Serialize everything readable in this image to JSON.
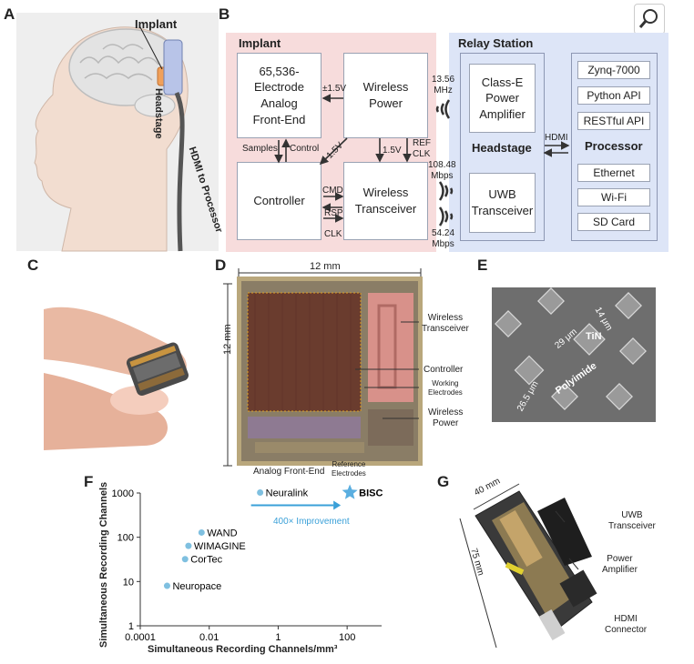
{
  "panels": {
    "a": {
      "letter": "A",
      "implant": "Implant",
      "headstage": "Headstage",
      "cable": "HDMI to Processor"
    },
    "b": {
      "letter": "B",
      "implant_title": "Implant",
      "relay_title": "Relay Station",
      "afe": "65,536-\nElectrode\nAnalog\nFront-End",
      "wireless_power": "Wireless\nPower",
      "controller": "Controller",
      "wireless_transceiver": "Wireless\nTransceiver",
      "v15a": "±1.5V",
      "v15b": "1.5V",
      "v15c": "1.5V",
      "samples": "Samples",
      "control": "Control",
      "ref_clk": "REF\nCLK",
      "cmd": "CMD",
      "rsp": "RSP",
      "clk": "CLK",
      "freq": "13.56\nMHz",
      "up_rate": "108.48\nMbps",
      "down_rate": "54.24\nMbps",
      "class_e": "Class-E\nPower\nAmplifier",
      "headstage": "Headstage",
      "uwb": "UWB\nTransceiver",
      "hdmi": "HDMI",
      "processor": "Processor",
      "proc_items": [
        "Zynq-7000",
        "Python API",
        "RESTful API",
        "Ethernet",
        "Wi-Fi",
        "SD Card"
      ]
    },
    "c": {
      "letter": "C"
    },
    "d": {
      "letter": "D",
      "width": "12 mm",
      "height": "12 mm",
      "wireless_transceiver": "Wireless\nTransceiver",
      "controller": "Controller",
      "working": "Working\nElectrodes",
      "wireless_power": "Wireless\nPower",
      "afe": "Analog Front-End",
      "reference": "Reference\nElectrodes"
    },
    "e": {
      "letter": "E",
      "pitch": "29 μm",
      "size": "14 μm",
      "spacing": "26.5 μm",
      "tin": "TiN",
      "polyimide": "Polyimide"
    },
    "f": {
      "letter": "F",
      "improvement": "400× Improvement"
    },
    "g": {
      "letter": "G",
      "width": "40 mm",
      "length": "75 mm",
      "uwb": "UWB\nTransceiver",
      "pa": "Power\nAmplifier",
      "hdmi": "HDMI\nConnector"
    }
  },
  "chart_data": {
    "type": "scatter",
    "xlabel": "Simultaneous Recording Channels/mm³",
    "ylabel": "Simultaneous Recording Channels",
    "x_scale": "log",
    "y_scale": "log",
    "xlim": [
      0.0001,
      1000
    ],
    "ylim": [
      1,
      1000
    ],
    "xticks": [
      "0.0001",
      "0.01",
      "1",
      "100"
    ],
    "yticks": [
      "1",
      "10",
      "100",
      "1000"
    ],
    "points": [
      {
        "label": "Neuropace",
        "x": 0.0006,
        "y": 8
      },
      {
        "label": "CorTec",
        "x": 0.002,
        "y": 32
      },
      {
        "label": "WIMAGINE",
        "x": 0.0025,
        "y": 64
      },
      {
        "label": "WAND",
        "x": 0.006,
        "y": 128
      },
      {
        "label": "Neuralink",
        "x": 0.3,
        "y": 1024
      },
      {
        "label": "BISC",
        "x": 120,
        "y": 1024
      }
    ],
    "colors": {
      "points": "#7fc0e0",
      "bisc": "#5aaee0",
      "arrow": "#3aa0d8"
    }
  }
}
